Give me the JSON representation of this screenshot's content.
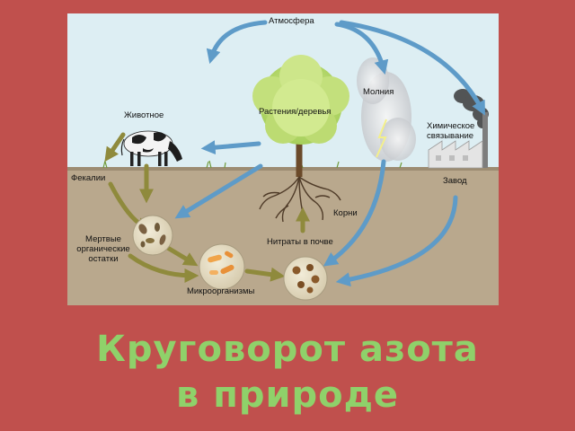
{
  "diagram": {
    "labels": {
      "atmosphere": "Атмосфера",
      "plants": "Растения/деревья",
      "lightning": "Молния",
      "animal": "Животное",
      "chemical_binding": "Химическое связывание",
      "feces": "Фекалии",
      "factory": "Завод",
      "roots": "Корни",
      "dead_remains": "Мертвые органические остатки",
      "nitrates": "Нитраты в почве",
      "microorganisms": "Микроорганизмы"
    }
  },
  "slide": {
    "title_line1": "Круговорот азота",
    "title_line2": "в природе"
  },
  "colors": {
    "background": "#c0504d",
    "sky": "#ddeef3",
    "soil": "#b9a88d",
    "flow_blue": "#5e9bc8",
    "flow_olive": "#8f8a3c",
    "title": "#8fd16a"
  }
}
